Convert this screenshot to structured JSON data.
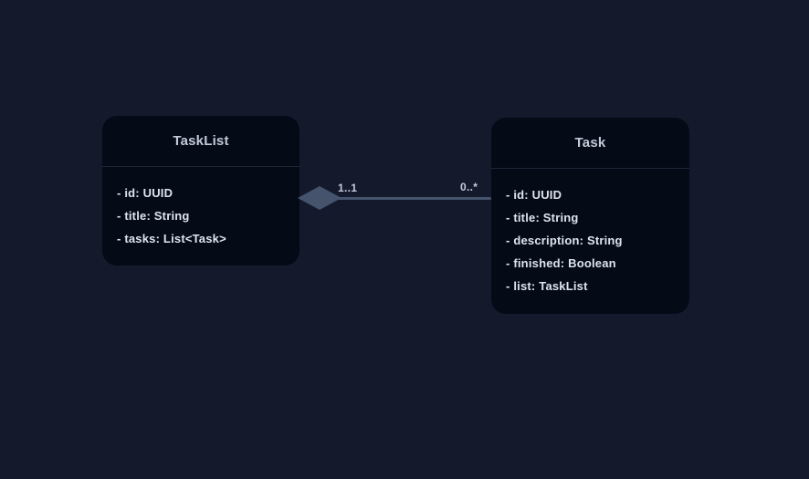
{
  "diagram": {
    "type": "uml-class-diagram",
    "classes": [
      {
        "name": "TaskList",
        "attributes": [
          "- id: UUID",
          "- title: String",
          "- tasks: List<Task>"
        ]
      },
      {
        "name": "Task",
        "attributes": [
          "- id: UUID",
          "- title: String",
          "- description: String",
          "- finished: Boolean",
          "- list: TaskList"
        ]
      }
    ],
    "relation": {
      "from": "TaskList",
      "to": "Task",
      "type": "aggregation",
      "diamond_end": "TaskList",
      "from_multiplicity": "1..1",
      "to_multiplicity": "0..*"
    },
    "colors": {
      "background": "#141a2b",
      "box_fill": "#050a17",
      "divider": "#1e2537",
      "connector": "#45546c",
      "title_text": "#c2cbda",
      "attr_text": "#dde4ef",
      "label_text": "#c5cedd"
    }
  }
}
